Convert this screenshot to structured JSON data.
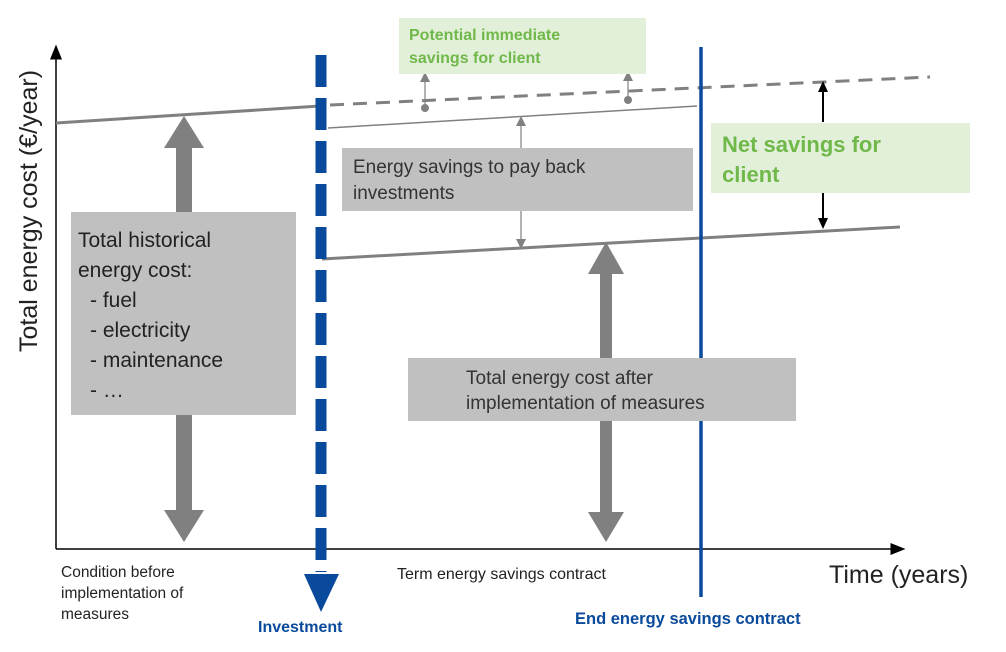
{
  "axes": {
    "y_label": "Total energy cost (€/year)",
    "x_label": "Time (years)"
  },
  "labels": {
    "potential_savings": [
      "Potential immediate",
      "savings for client"
    ],
    "net_savings": [
      "Net savings for",
      "client"
    ],
    "payback": [
      "Energy savings to pay back",
      "investments"
    ],
    "historical_title": [
      "Total historical",
      "energy cost:"
    ],
    "historical_items": [
      "- fuel",
      "- electricity",
      "- maintenance",
      "- …"
    ],
    "after_cost": [
      "Total energy cost after",
      "implementation of measures"
    ],
    "condition_before": [
      "Condition before",
      "implementation of",
      "measures"
    ],
    "term_contract": "Term energy savings contract",
    "investment": "Investment",
    "end_contract": "End energy savings contract"
  },
  "colors": {
    "axis": "#000000",
    "cost_line": "#808080",
    "arrow_grey": "#808080",
    "box_grey": "#c0c0c0",
    "box_green": "#e2f0d9",
    "green_text": "#70b84a",
    "blue": "#0a4a9c"
  }
}
